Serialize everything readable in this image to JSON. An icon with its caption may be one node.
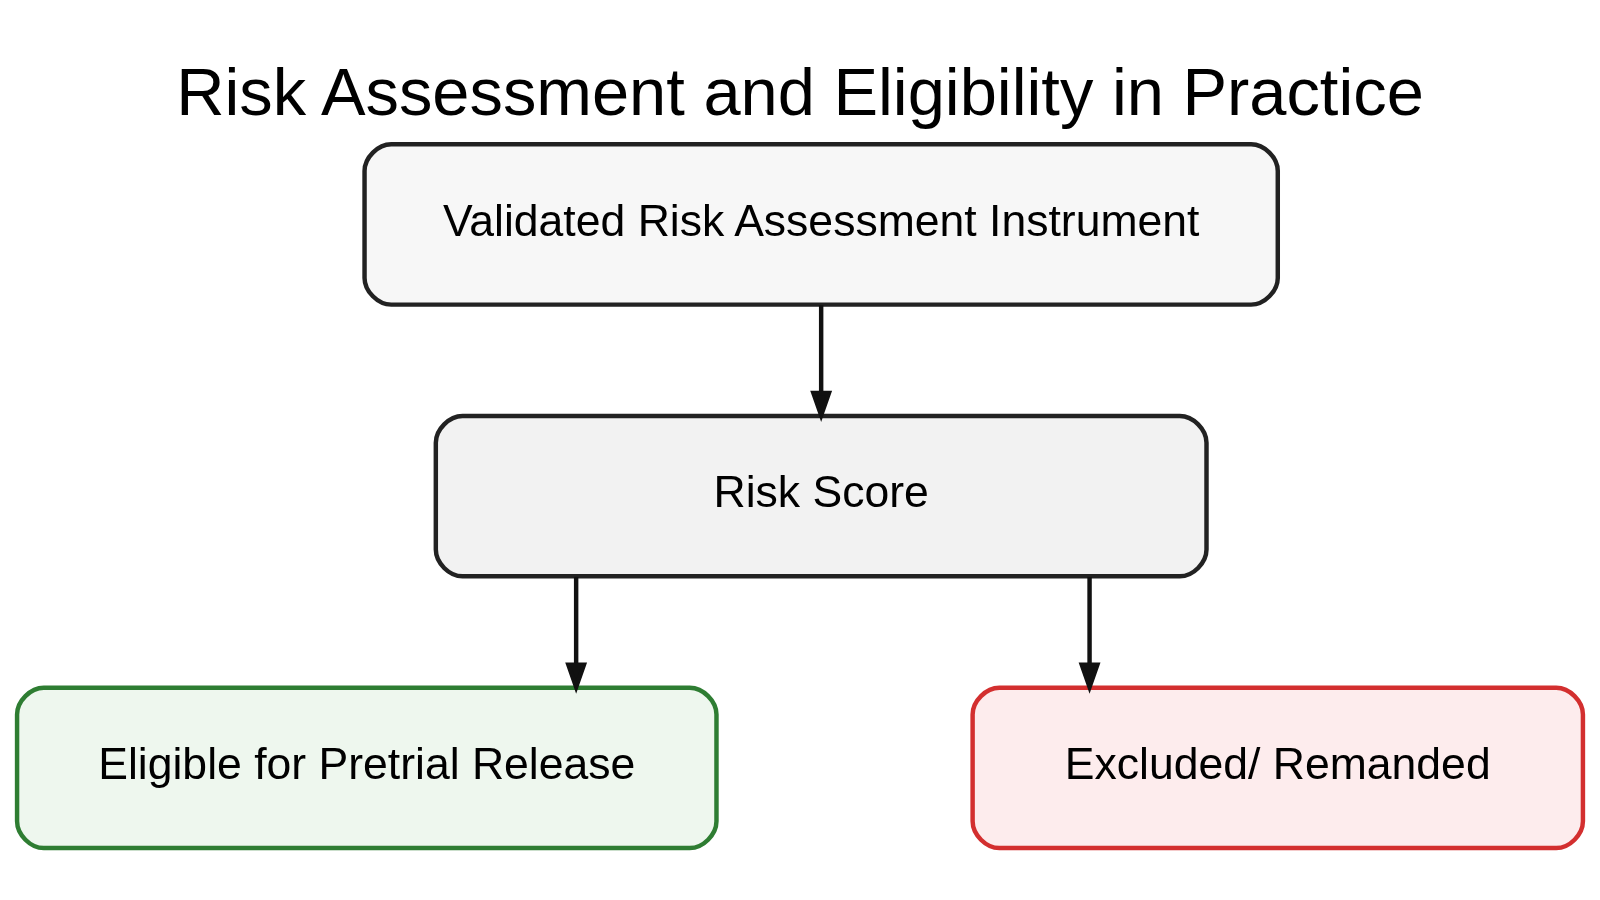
{
  "diagram": {
    "title": "Risk Assessment and Eligibility in Practice",
    "nodes": [
      {
        "text": [
          "Validated Risk Assessment Instrument"
        ]
      },
      {
        "text": [
          "Risk Score"
        ]
      },
      {
        "text": [
          "Eligible for Pretrial Release"
        ]
      },
      {
        "text": [
          "Excluded/ Remanded"
        ]
      }
    ],
    "edges": [
      {
        "from": 0,
        "to": 1,
        "arrow": "to"
      },
      {
        "from": 1,
        "to": 2,
        "arrow": "to"
      },
      {
        "from": 1,
        "to": 3,
        "arrow": "to"
      }
    ]
  }
}
